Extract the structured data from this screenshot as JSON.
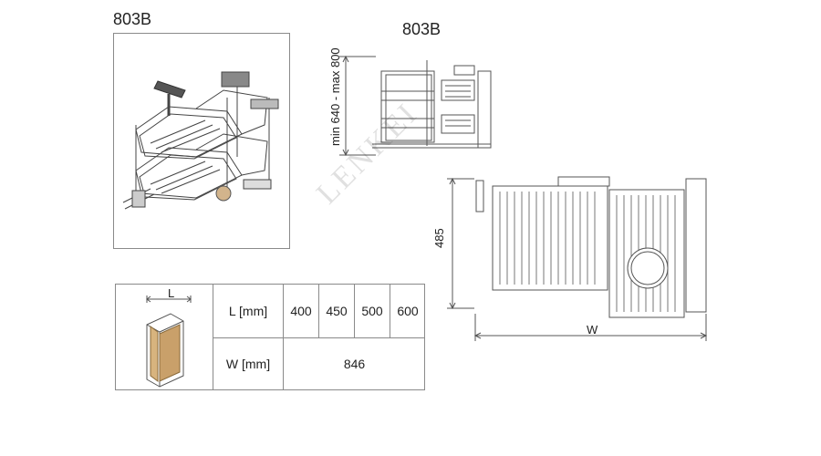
{
  "product": {
    "model_left": "803B",
    "model_mid": "803B"
  },
  "dimensions": {
    "height_range": "min 640 - max 800",
    "depth": "485",
    "width_label": "W"
  },
  "watermark": "LENKEI",
  "spec_table": {
    "icon_label": "L",
    "row1_header": "L [mm]",
    "row1_values": [
      "400",
      "450",
      "500",
      "600"
    ],
    "row2_header": "W [mm]",
    "row2_value": "846"
  },
  "colors": {
    "line": "#555555",
    "frame": "#8a8a8a",
    "wood": "#c9a06a",
    "metal": "#3a3a3a"
  }
}
